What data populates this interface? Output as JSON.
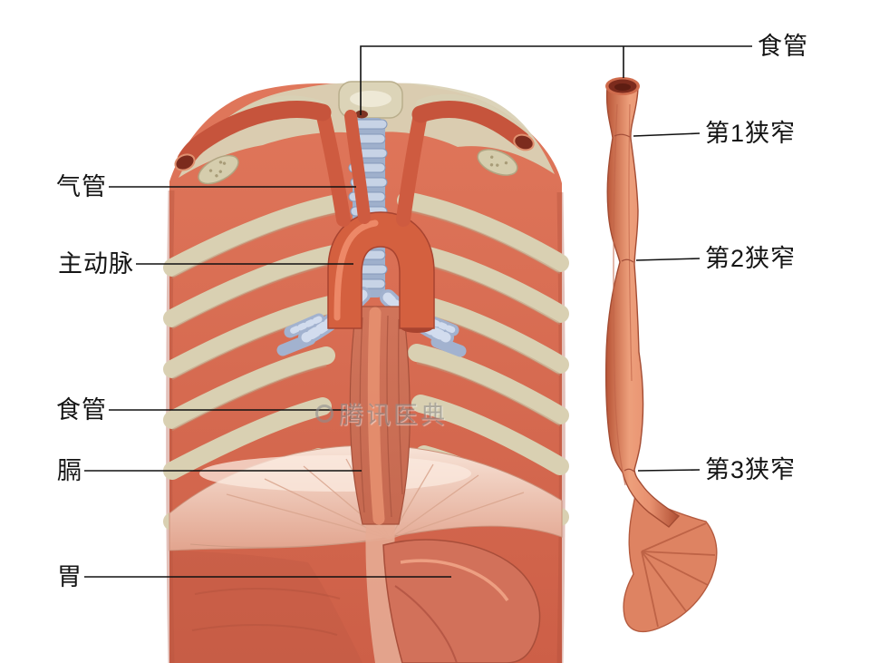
{
  "figure": {
    "watermark": "腾讯医典"
  },
  "labels": {
    "trachea": "气管",
    "aorta": "主动脉",
    "esophagus_left": "食管",
    "diaphragm": "膈",
    "stomach": "胃",
    "esophagus_top": "食管",
    "constriction_1": "第1狭窄",
    "constriction_2": "第2狭窄",
    "constriction_3": "第3狭窄"
  },
  "colors": {
    "background": "#ffffff",
    "muscle": "#d96a50",
    "bone": "#d9d0b2",
    "cartilage": "#aebdd8",
    "vessel": "#d4603f",
    "diaphragm": "#eec4b3",
    "esophagus": "#e08a67",
    "label_text": "#151515",
    "leader_line": "#111111",
    "watermark": "#8f8f8f"
  }
}
